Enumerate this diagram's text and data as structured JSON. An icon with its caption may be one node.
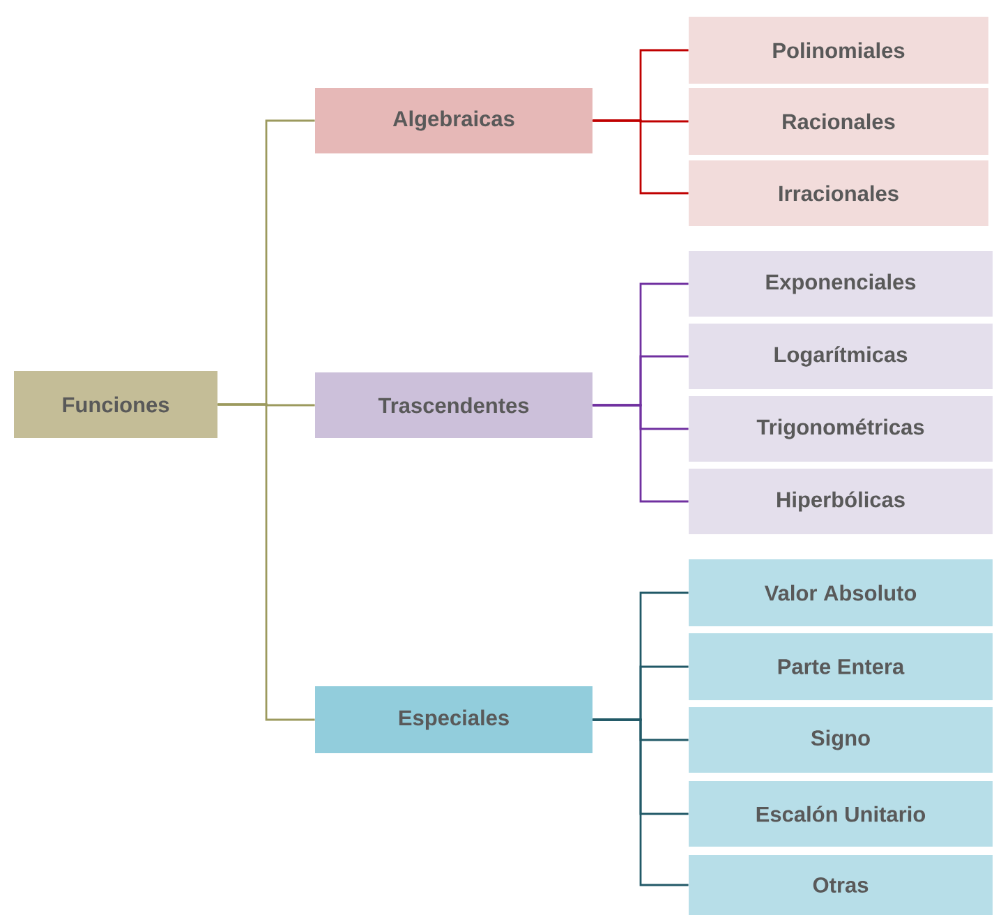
{
  "diagram": {
    "nodes": [
      {
        "text": [
          "Funciones"
        ]
      },
      {
        "text": [
          "Algebraicas"
        ]
      },
      {
        "text": [
          "Polinomiales"
        ]
      },
      {
        "text": [
          "Racionales"
        ]
      },
      {
        "text": [
          "Irracionales"
        ]
      },
      {
        "text": [
          "Trascendentes"
        ]
      },
      {
        "text": [
          "Exponenciales"
        ]
      },
      {
        "text": [
          "Logarítmicas"
        ]
      },
      {
        "text": [
          "Trigonométricas"
        ]
      },
      {
        "text": [
          "Hiperbólicas"
        ]
      },
      {
        "text": [
          "Especiales"
        ]
      },
      {
        "text": [
          "Valor Absoluto"
        ]
      },
      {
        "text": [
          "Parte Entera"
        ]
      },
      {
        "text": [
          "Signo"
        ]
      },
      {
        "text": [
          "Escalón Unitario"
        ]
      },
      {
        "text": [
          "Otras"
        ]
      }
    ],
    "edges": [
      {
        "from": 0,
        "to": 1,
        "arrow": "none",
        "color": "#9c9a5e"
      },
      {
        "from": 0,
        "to": 5,
        "arrow": "none",
        "color": "#9c9a5e"
      },
      {
        "from": 0,
        "to": 10,
        "arrow": "none",
        "color": "#9c9a5e"
      },
      {
        "from": 1,
        "to": 2,
        "arrow": "none",
        "color": "#c00000"
      },
      {
        "from": 1,
        "to": 3,
        "arrow": "none",
        "color": "#c00000"
      },
      {
        "from": 1,
        "to": 4,
        "arrow": "none",
        "color": "#c00000"
      },
      {
        "from": 5,
        "to": 6,
        "arrow": "none",
        "color": "#7030a0"
      },
      {
        "from": 5,
        "to": 7,
        "arrow": "none",
        "color": "#7030a0"
      },
      {
        "from": 5,
        "to": 8,
        "arrow": "none",
        "color": "#7030a0"
      },
      {
        "from": 5,
        "to": 9,
        "arrow": "none",
        "color": "#7030a0"
      },
      {
        "from": 10,
        "to": 11,
        "arrow": "none",
        "color": "#215967"
      },
      {
        "from": 10,
        "to": 12,
        "arrow": "none",
        "color": "#215967"
      },
      {
        "from": 10,
        "to": 13,
        "arrow": "none",
        "color": "#215967"
      },
      {
        "from": 10,
        "to": 14,
        "arrow": "none",
        "color": "#215967"
      },
      {
        "from": 10,
        "to": 15,
        "arrow": "none",
        "color": "#215967"
      }
    ]
  }
}
